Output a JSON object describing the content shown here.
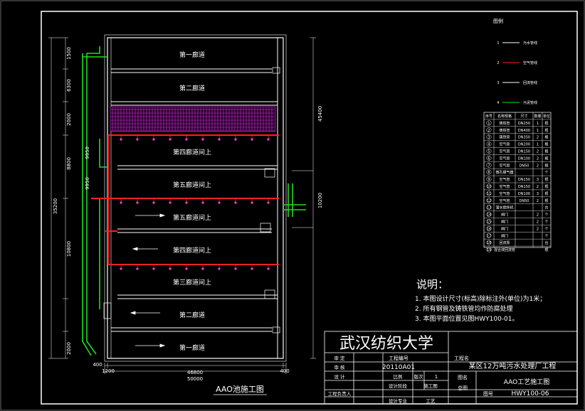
{
  "drawing": {
    "title": "AAO池施工图",
    "units_hint": "mm"
  },
  "corridors": [
    {
      "label": "第一廊道"
    },
    {
      "label": "第二廊道"
    },
    {
      "label": "第四廊道间上"
    },
    {
      "label": "第五廊道间上"
    },
    {
      "label": "第五廊道间上"
    },
    {
      "label": "第四廊道间上"
    },
    {
      "label": "第三廊道间上"
    },
    {
      "label": "第二廊道"
    },
    {
      "label": "第一廊道"
    }
  ],
  "dimensions": {
    "left_total": "35200",
    "left_segments": [
      "1500",
      "6300",
      "2000",
      "8800",
      "10800",
      "2000"
    ],
    "bottom_total": "50000",
    "bottom_inner": "46800",
    "bottom_left": "400",
    "bottom_right": "400",
    "bottom_small": "1200",
    "right_top": "45400",
    "right_mid": "10200",
    "inner_left_1": "9950",
    "inner_left_2": "9950"
  },
  "legend": {
    "title": "图例",
    "items": [
      {
        "num": "1",
        "text": "污水管线",
        "color": "#ffffff"
      },
      {
        "num": "2",
        "text": "空气管线",
        "color": "#ff2020"
      },
      {
        "num": "3",
        "text": "回流管线",
        "color": "#ffffff"
      },
      {
        "num": "4",
        "text": "污泥管线",
        "color": "#22dd22"
      }
    ]
  },
  "material_table": {
    "headers": [
      "序号",
      "名称规格",
      "尺寸",
      "数量",
      "单位"
    ],
    "rows": [
      [
        "1",
        "铸铁管",
        "DN250",
        "1",
        "根"
      ],
      [
        "2",
        "铸铁管",
        "DN400",
        "1",
        "根"
      ],
      [
        "3",
        "铸铁管",
        "DN350",
        "2",
        "根"
      ],
      [
        "4",
        "空气管",
        "DN200",
        "1",
        "根"
      ],
      [
        "5",
        "空气管",
        "DN150",
        "2",
        "根"
      ],
      [
        "6",
        "空气管",
        "DN100",
        "2",
        "根"
      ],
      [
        "7",
        "空气管",
        "DN50",
        "2",
        "根"
      ],
      [
        "8",
        "微孔曝气器",
        "",
        "",
        "个"
      ],
      [
        "9",
        "空气管",
        "DN150",
        "3",
        "根"
      ],
      [
        "10",
        "空气管",
        "DN150",
        "2",
        "根"
      ],
      [
        "11",
        "空气管",
        "DN100",
        "3",
        "根"
      ],
      [
        "12",
        "空气管",
        "DN50",
        "2",
        "根"
      ],
      [
        "13",
        "潜水搅拌机",
        "",
        "",
        "台"
      ],
      [
        "14",
        "闸门",
        "",
        "2",
        "个"
      ],
      [
        "15",
        "闸门",
        "",
        "2",
        "个"
      ],
      [
        "16",
        "闸门",
        "",
        "2",
        "个"
      ],
      [
        "17",
        "闸门",
        "",
        "",
        "个"
      ],
      [
        "18",
        "回流泵",
        "",
        "",
        "台"
      ],
      [
        "19",
        "混合液回流管",
        "",
        "",
        "根"
      ]
    ]
  },
  "notes": {
    "title": "说明：",
    "lines": [
      "1. 本图设计尺寸(标高)除标注外(单位)为1米；",
      "2. 所有钢管及铸铁管均作防腐处理",
      "3. 本图平面位置见图HWY100-01。"
    ]
  },
  "title_block": {
    "school": "武汉纺织大学",
    "project_label": "工程名",
    "project_name": "某区12万吨污水处理厂工程",
    "design_no_label": "工程编号",
    "design_no": "20110A01",
    "drawing_label": "图名",
    "drawing_name": "AAO工艺施工图",
    "drawing_no_label": "图号",
    "drawing_no": "HWY100-06",
    "row_labels": [
      "审  定",
      "审  核",
      "设  计",
      "工程负责人"
    ],
    "col_labels": [
      "比例",
      "版次",
      "设计阶段",
      "设计专业"
    ],
    "values": [
      "1",
      "施工图",
      "工艺"
    ],
    "total_label": "总图"
  }
}
